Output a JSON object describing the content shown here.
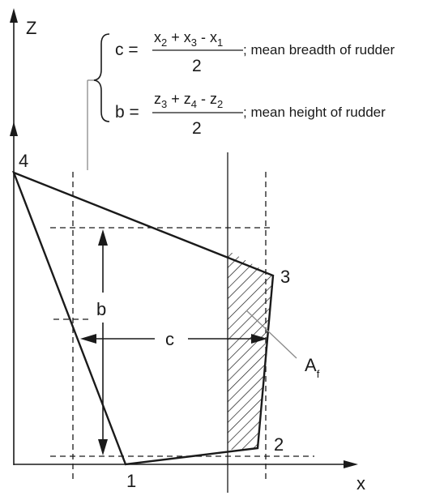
{
  "axes": {
    "z_label": "Z",
    "x_label": "x"
  },
  "points": {
    "p1": "1",
    "p2": "2",
    "p3": "3",
    "p4": "4"
  },
  "dimensions": {
    "c_label": "c",
    "b_label": "b",
    "area_label": "A",
    "area_sub": "f"
  },
  "formulas": {
    "c": {
      "lhs": "c =",
      "num": {
        "t1": "x",
        "s1": "2",
        "op1": " + ",
        "t2": "x",
        "s2": "3",
        "op2": " - ",
        "t3": "x",
        "s3": "1"
      },
      "den": "2",
      "desc": "; mean breadth of rudder"
    },
    "b": {
      "lhs": "b =",
      "num": {
        "t1": "z",
        "s1": "3",
        "op1": " + ",
        "t2": "z",
        "s2": "4",
        "op2": " - ",
        "t3": "z",
        "s3": "2"
      },
      "den": "2",
      "desc": "; mean height of rudder"
    }
  },
  "colors": {
    "line": "#1a1a1a",
    "leader": "#8a8a8a"
  }
}
